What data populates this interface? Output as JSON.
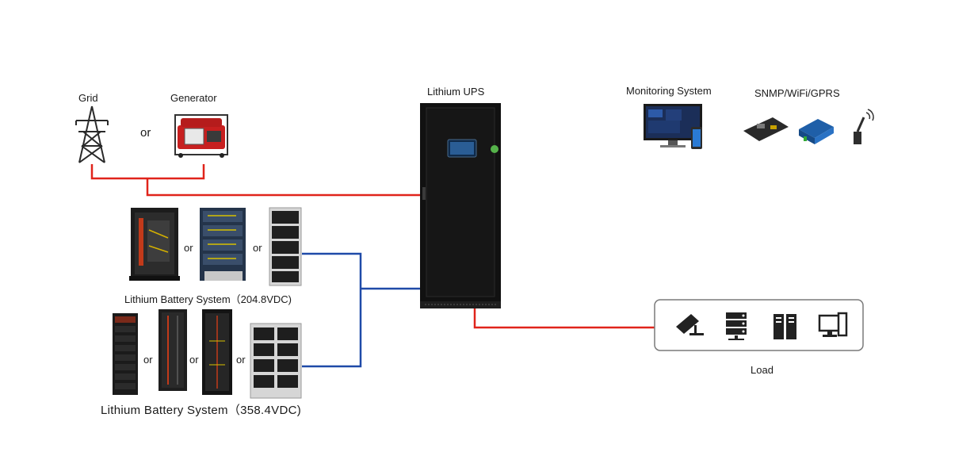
{
  "labels": {
    "grid": "Grid",
    "generator": "Generator",
    "or": "or",
    "ups": "Lithium UPS",
    "monitoring": "Monitoring System",
    "comms": "SNMP/WiFi/GPRS",
    "battery_204": "Lithium Battery System（204.8VDC)",
    "battery_358": "Lithium Battery System（358.4VDC)",
    "load": "Load"
  },
  "colors": {
    "ac_line": "#e0241b",
    "dc_line": "#1f4aa8",
    "ups_body": "#111111",
    "load_box_border": "#7a7a7a"
  },
  "icons": [
    "transmission-tower-icon",
    "generator-icon",
    "battery-cabinet-icon",
    "battery-rack-icon",
    "monitor-icon",
    "phone-icon",
    "snmp-card-icon",
    "wifi-module-icon",
    "gprs-antenna-icon",
    "cctv-camera-icon",
    "server-icon",
    "data-cabinet-icon",
    "workstation-icon"
  ]
}
